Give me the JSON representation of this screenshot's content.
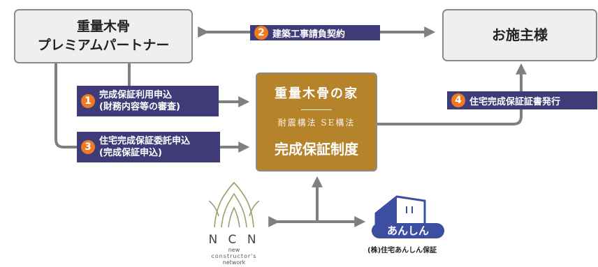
{
  "nodes": {
    "partner": {
      "line1": "重量木骨",
      "line2": "プレミアムパートナー"
    },
    "owner": {
      "label": "お施主様"
    },
    "center": {
      "title": "重量木骨の家",
      "subtitle": "耐震構法 SE構法",
      "system": "完成保証制度"
    },
    "ncn": {
      "name": "N C N",
      "tagline_line1": "new",
      "tagline_line2": "constructor's",
      "tagline_line3": "network"
    },
    "anshin": {
      "logo_text": "あんしん",
      "company": "(株)住宅あんしん保証"
    }
  },
  "steps": [
    {
      "number": "1",
      "line1": "完成保証利用申込",
      "line2": "(財務内容等の審査)"
    },
    {
      "number": "2",
      "line1": "建築工事請負契約"
    },
    {
      "number": "3",
      "line1": "住宅完成保証委託申込",
      "line2": "(完成保証申込)"
    },
    {
      "number": "4",
      "line1": "住宅完成保証証書発行"
    }
  ],
  "colors": {
    "label_bg": "#3f3a78",
    "number_badge": "#ef7a22",
    "center_bg": "#b5832a",
    "arrow": "#808080",
    "anshin_blue": "#3b4ea0"
  }
}
